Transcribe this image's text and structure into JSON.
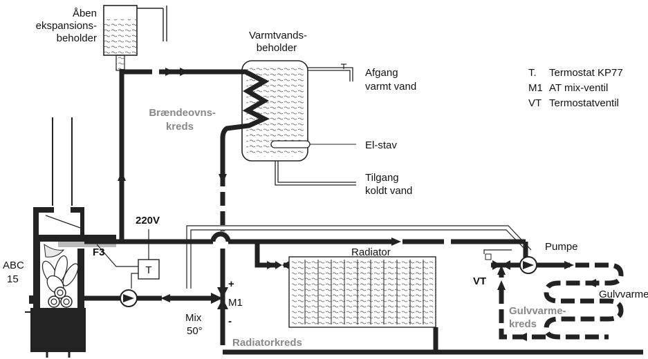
{
  "labels": {
    "tank_l1": "Åben",
    "tank_l2": "ekspansions-",
    "tank_l3": "beholder",
    "hw_l1": "Varmtvands-",
    "hw_l2": "beholder",
    "out_l1": "Afgang",
    "out_l2": "varmt vand",
    "elstav": "El-stav",
    "in_l1": "Tilgang",
    "in_l2": "koldt vand",
    "stove_circuit_l1": "Brændeovns-",
    "stove_circuit_l2": "kreds",
    "v220": "220V",
    "f3": "F3",
    "abc_l1": "ABC",
    "abc_l2": "15",
    "thermostat": "T",
    "plus": "+",
    "minus": "-",
    "m1": "M1",
    "mix_l1": "Mix",
    "mix_l2": "50°",
    "radiator": "Radiator",
    "radiator_circuit": "Radiatorkreds",
    "pumpe": "Pumpe",
    "vt": "VT",
    "gulvvarme": "Gulvvarme",
    "floor_circuit_l1": "Gulvvarme-",
    "floor_circuit_l2": "kreds"
  },
  "legend": [
    {
      "key": "T.",
      "text": "Termostat KP77"
    },
    {
      "key": "M1",
      "text": "AT mix-ventil"
    },
    {
      "key": "VT",
      "text": "Termostatventil"
    }
  ]
}
